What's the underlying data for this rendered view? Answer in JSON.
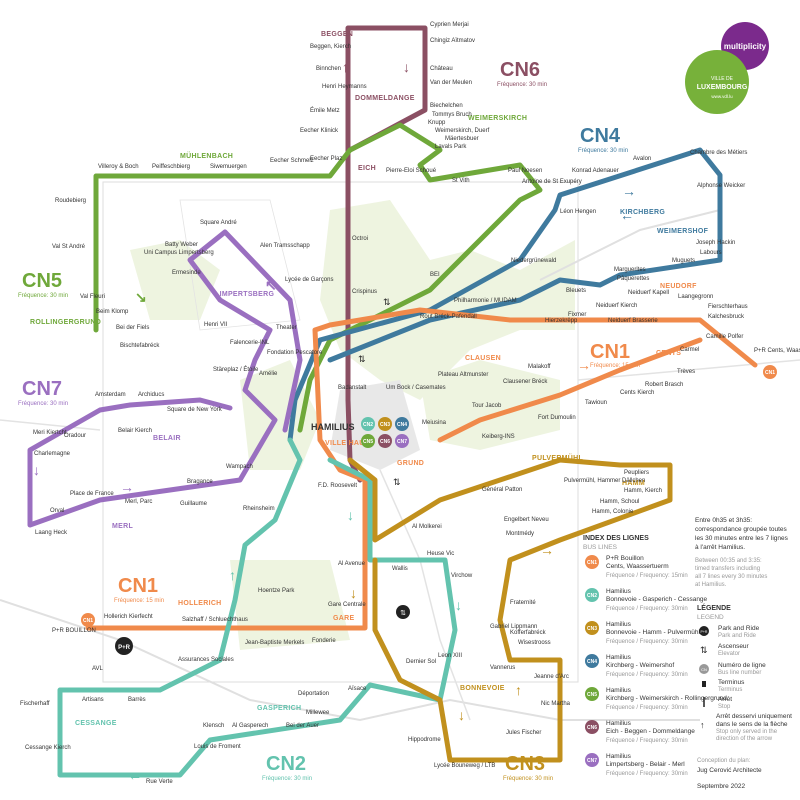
{
  "brand": {
    "name": "multiplicity",
    "city_line1": "VILLE DE",
    "city_line2": "LUXEMBOURG",
    "url": "www.vdl.lu"
  },
  "colors": {
    "cn1": "#f08a4b",
    "cn2": "#63c3ae",
    "cn3": "#c1901d",
    "cn4": "#3f7a9e",
    "cn5": "#6fa83a",
    "cn6": "#8b4f63",
    "cn7": "#9a6fc0",
    "brand_purple": "#7b2a8c",
    "brand_green": "#77b13a"
  },
  "lines": {
    "cn1": {
      "label": "CN1",
      "freq": "Fréquence: 15 min"
    },
    "cn1b": {
      "label": "CN1",
      "freq": "Fréquence: 15 min"
    },
    "cn2": {
      "label": "CN2",
      "freq": "Fréquence: 30 min"
    },
    "cn3": {
      "label": "CN3",
      "freq": "Fréquence: 30 min"
    },
    "cn4": {
      "label": "CN4",
      "freq": "Fréquence: 30 min"
    },
    "cn5": {
      "label": "CN5",
      "freq": "Fréquence: 30 min"
    },
    "cn6": {
      "label": "CN6",
      "freq": "Fréquence: 30 min"
    },
    "cn7": {
      "label": "CN7",
      "freq": "Fréquence: 30 min"
    }
  },
  "districts": [
    "BEGGEN",
    "DOMMELDANGE",
    "WEIMERSKIRCH",
    "MÜHLENBACH",
    "EICH",
    "KIRCHBERG",
    "WEIMERSHOF",
    "NEUDORF",
    "CENTS",
    "ROLLINGERGRUND",
    "LIMPERTSBERG",
    "CLAUSEN",
    "BELAIR",
    "PULVERMÜHL",
    "HAMM",
    "MERL",
    "HOLLERICH",
    "GARE",
    "BONNEVOIE",
    "CESSANGE",
    "GASPERICH",
    "VILLE HAUTE",
    "GRUND"
  ],
  "hub": {
    "name": "HAMILIUS",
    "badges": [
      "CN2",
      "CN3",
      "CN4",
      "CN5",
      "CN6",
      "CN7"
    ]
  },
  "stops": [
    "Cyprien Merjai",
    "Beggen, Kierch",
    "Chingiz Aïtmatov",
    "Binnchen",
    "Château",
    "Henri Heymanns",
    "Van der Meulen",
    "Émile Metz",
    "Biechelchen",
    "Tommys Bruch",
    "Knupp",
    "Weimerskirch, Duerf",
    "Eecher Klinick",
    "Mäertesbuer",
    "Lavals Park",
    "Eecher Schmelz",
    "Eecher Plaz",
    "Villeroy & Boch",
    "Peiffeschbierg",
    "Siwemuergen",
    "Pierre-Eloi Schoué",
    "St Vith",
    "Paul Noesen",
    "Antoine de St Exupéry",
    "Konrad Adenauer",
    "Avalon",
    "Chambre des Métiers",
    "Alphonse Weicker",
    "Léon Hengen",
    "Roudebierg",
    "Square André",
    "Batty Weber",
    "Uni Campus Limpertsberg",
    "Alen Tramsschapp",
    "Octroi",
    "Val St André",
    "Joseph Hackin",
    "Labours",
    "Muguets",
    "Marguerites",
    "Niedergrünewald",
    "Pâquerettes",
    "Bleuets",
    "BEI",
    "Crispinus",
    "Lycée de Garçons",
    "Ermesinde",
    "Val Fleuri",
    "Beim Klomp",
    "Philharmonie / MUDAM",
    "Neiduerf Kapell",
    "Laangegronn",
    "Fierschterhaus",
    "Kalchesbruck",
    "Bei der Fiels",
    "Henri VII",
    "Theater",
    "Rout Bréck-Pafendall",
    "Fixmer",
    "Neiduerf Kierch",
    "Neiduerf Brasserie",
    "Hierzekrëpp",
    "Bischtefabréck",
    "Falencerie-INL",
    "Fondation Pescatore",
    "Camille Polfer",
    "Carmel",
    "P+R Cents, Waassertuerm",
    "Amélie",
    "Badanstalt",
    "Plateau Altmunster",
    "Malakoff",
    "Trèves",
    "Stäreplaz / Étoile",
    "Um Bock / Casemates",
    "Clausener Bréck",
    "Robert Brasch",
    "Amsterdam",
    "Archiducs",
    "Square de New York",
    "Cents Kierch",
    "Tawioun",
    "Meri Kiertcht",
    "Oradour",
    "Belair Kierch",
    "Tour Jacob",
    "Fort Dumoulin",
    "Meiusina",
    "Keiberg-INS",
    "Charlemagne",
    "Wampach",
    "Peupliers",
    "Pulvermühl, Hammer Dällchen",
    "Hamm, Kierch",
    "Bragance",
    "Place de France",
    "Guillaume",
    "Merl, Parc",
    "F.D. Roosevelt",
    "Général Patton",
    "Hamm, Schoul",
    "Hamm, Colonie",
    "Orval",
    "Laang Heck",
    "Rheinsheim",
    "Engelbert Neveu",
    "Al Molkerei",
    "Montmédy",
    "Heuse Vic",
    "Wallis",
    "Al Avenue",
    "Virchow",
    "Hoentze Park",
    "Gare Centrale",
    "Fraternité",
    "Hollerich Kierfecht",
    "Salzhaff / Schluechthaus",
    "Jean-Baptiste Merkels",
    "Fonderie",
    "Kofferfabréck",
    "P+R BOUILLON",
    "Assurances Sociales",
    "Gabriel Lippmann",
    "Leon XIII",
    "Dernier Sol",
    "Wisestrooss",
    "Vannerus",
    "Jeanne d'Arc",
    "AVL",
    "Fischerhaff",
    "Artisans",
    "Barrès",
    "Aïsace",
    "Déportation",
    "Millewee",
    "Nic Martha",
    "Hippodrome",
    "Klensch",
    "Al Gasperech",
    "Bei der Auer",
    "Jules Fischer",
    "Cessange Kierch",
    "Louis de Froment",
    "Rue Verte",
    "Lycée Bouneweg / LTB"
  ],
  "legend": {
    "index_title": "INDEX DES LIGNES",
    "index_sub": "BUS LINES",
    "rows": [
      {
        "badge": "CN1",
        "title": "P+R Bouillon",
        "detail": "Cents, Waassertuerm",
        "freq": "Fréquence / Frequency: 15min"
      },
      {
        "badge": "CN2",
        "title": "Hamilius",
        "detail": "Bonnevoie - Gasperich - Cessange",
        "freq": "Fréquence / Frequency: 30min"
      },
      {
        "badge": "CN3",
        "title": "Hamilius",
        "detail": "Bonnevoie - Hamm - Pulvermühl",
        "freq": "Fréquence / Frequency: 30min"
      },
      {
        "badge": "CN4",
        "title": "Hamilius",
        "detail": "Kirchberg - Weimershof",
        "freq": "Fréquence / Frequency: 30min"
      },
      {
        "badge": "CN5",
        "title": "Hamilius",
        "detail": "Kirchberg - Weimerskirch - Rollingergrund",
        "freq": "Fréquence / Frequency: 30min"
      },
      {
        "badge": "CN6",
        "title": "Hamilius",
        "detail": "Eich - Beggen - Dommeldange",
        "freq": "Fréquence / Frequency: 30min"
      },
      {
        "badge": "CN7",
        "title": "Hamilius",
        "detail": "Limpertsberg - Belair - Merl",
        "freq": "Fréquence / Frequency: 30min"
      }
    ],
    "night_fr_1": "Entre 0h35 et 3h35:",
    "night_fr_2": "correspondance groupée toutes",
    "night_fr_3": "les 30 minutes entre les 7 lignes",
    "night_fr_4": "à l'arrêt Hamilius.",
    "night_en_1": "Between 00:35 and 3:35:",
    "night_en_2": "timed transfers including",
    "night_en_3": "all 7 lines every 30 minutes",
    "night_en_4": "at Hamilius.",
    "key_title": "LÉGENDE",
    "key_sub": "LEGEND",
    "key_items": [
      {
        "fr": "Park and Ride",
        "en": "Park and Ride"
      },
      {
        "fr": "Ascenseur",
        "en": "Elevator"
      },
      {
        "fr": "Numéro de ligne",
        "en": "Bus line number"
      },
      {
        "fr": "Terminus",
        "en": "Terminus"
      },
      {
        "fr": "Arrêt",
        "en": "Stop"
      },
      {
        "fr": "Arrêt desservi uniquement dans le sens de la flèche",
        "en": "Stop only served in the direction of the arrow"
      }
    ],
    "credit_1": "Conception du plan:",
    "credit_2": "Jug Cerović Architecte",
    "credit_3": "Septembre 2022"
  }
}
